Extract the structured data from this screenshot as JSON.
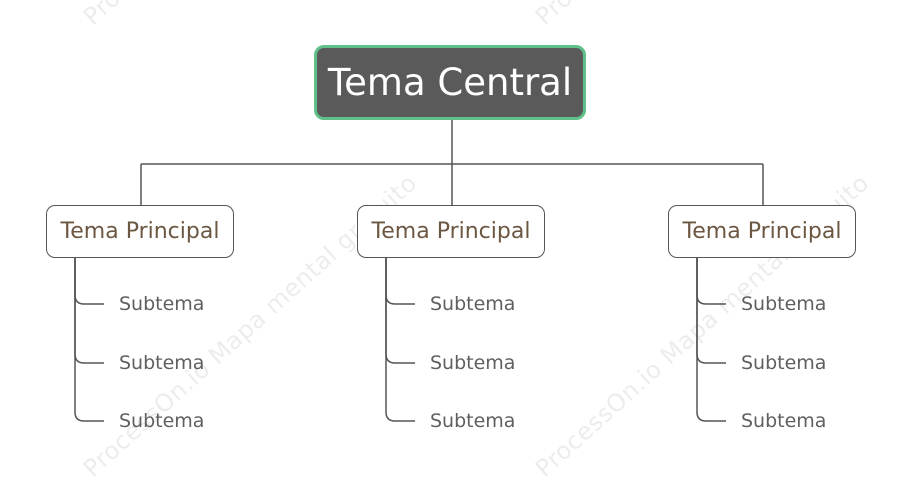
{
  "watermark": "ProcessOn.io Mapa mental gratuito",
  "central_topic": "Tema Central",
  "branches": [
    {
      "title": "Tema Principal",
      "subtopics": [
        "Subtema",
        "Subtema",
        "Subtema"
      ]
    },
    {
      "title": "Tema Principal",
      "subtopics": [
        "Subtema",
        "Subtema",
        "Subtema"
      ]
    },
    {
      "title": "Tema Principal",
      "subtopics": [
        "Subtema",
        "Subtema",
        "Subtema"
      ]
    }
  ],
  "colors": {
    "central_fill": "#5a5a5a",
    "central_border": "#5fc08a",
    "connector": "#555555",
    "topic_text": "#6b5742",
    "subtopic_text": "#5f5f5f"
  }
}
